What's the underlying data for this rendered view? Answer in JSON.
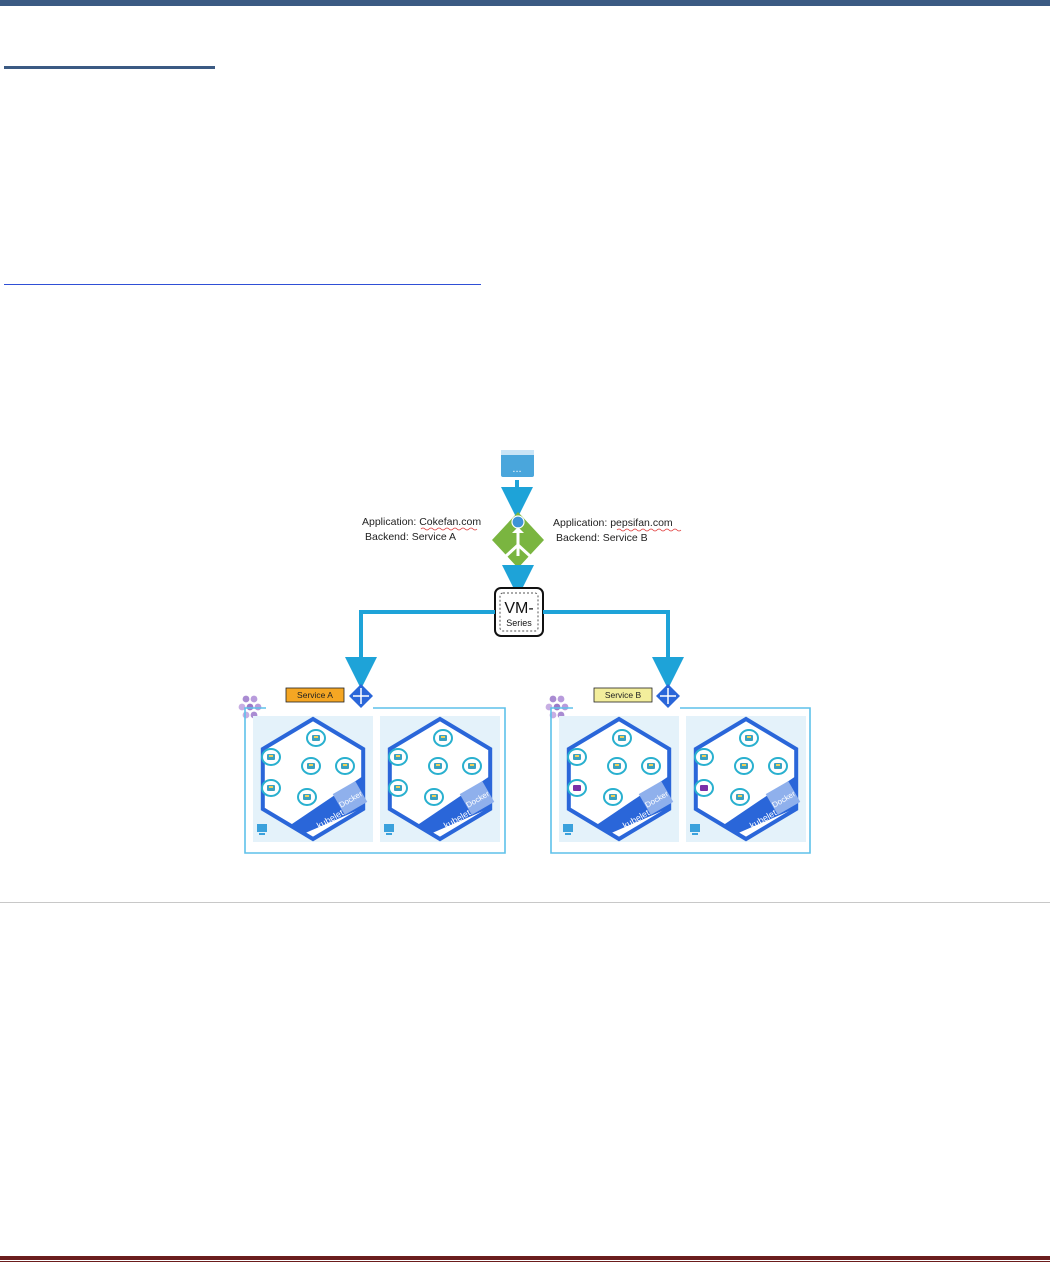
{
  "diagram": {
    "app_a": {
      "application": "Application: Cokefan.com",
      "backend": "Backend: Service A"
    },
    "app_b": {
      "application": "Application:  pepsifan.com",
      "backend": "Backend: Service B"
    },
    "firewall": {
      "line1": "VM-",
      "line2": "Series"
    },
    "client_dots": "...",
    "service_a": "Service A",
    "service_b": "Service B",
    "node_labels": {
      "kubelet": "kubelet",
      "docker": "Docker"
    }
  },
  "colors": {
    "connector": "#1ea3d8",
    "gateway": "#7ab540",
    "service_a_tag": "#f5a623",
    "service_b_tag": "#f3ee9c",
    "cluster_border": "#5ec1ea",
    "node_blue": "#2a66d9",
    "pod_ring": "#29b0cf",
    "pod_special": "#7b2fa8"
  }
}
